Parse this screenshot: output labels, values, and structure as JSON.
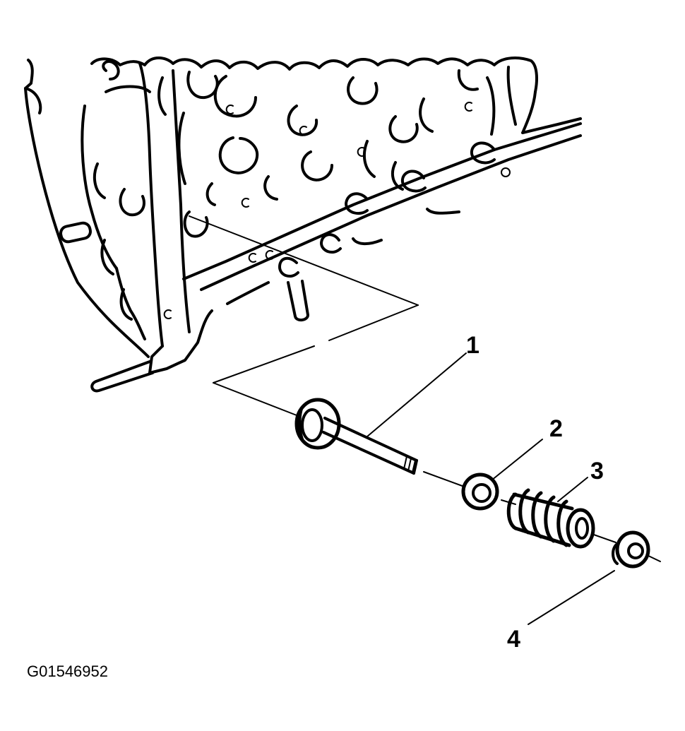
{
  "callouts": [
    {
      "id": 1,
      "label": "1"
    },
    {
      "id": 2,
      "label": "2"
    },
    {
      "id": 3,
      "label": "3"
    },
    {
      "id": 4,
      "label": "4"
    }
  ],
  "figure_code": "G01546952",
  "colors": {
    "ink": "#000000",
    "background": "#ffffff"
  }
}
